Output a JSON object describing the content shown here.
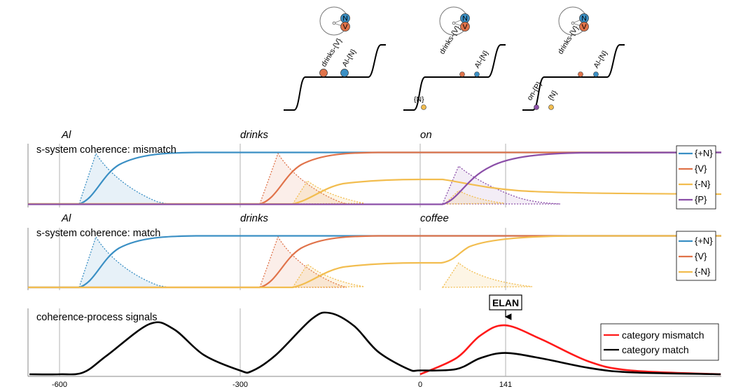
{
  "colors": {
    "plus_n": "#3a8fc4",
    "v": "#e0734a",
    "minus_n": "#f2bd4f",
    "p": "#8b4fa8",
    "mismatch": "#ff1a1a",
    "match": "#000000",
    "grid": "#b0b0b0"
  },
  "schematics": [
    {
      "circle_labels": [
        "N",
        "V"
      ],
      "ball_labels": [
        "drinks-{V}",
        "Al-{N}"
      ]
    },
    {
      "circle_labels": [
        "N",
        "V"
      ],
      "ball_labels": [
        "{N}",
        "drinks-{V}",
        "Al-{N}"
      ]
    },
    {
      "circle_labels": [
        "N",
        "V"
      ],
      "ball_labels": [
        "on-{P}",
        "{N}",
        "drinks-{V}",
        "Al-{N}"
      ]
    }
  ],
  "panels": {
    "mismatch": {
      "title": "s-system coherence: mismatch",
      "words": [
        "Al",
        "drinks",
        "on"
      ],
      "legend": [
        "{+N}",
        "{V}",
        "{-N}",
        "{P}"
      ]
    },
    "match": {
      "title": "s-system coherence: match",
      "words": [
        "Al",
        "drinks",
        "coffee"
      ],
      "legend": [
        "{+N}",
        "{V}",
        "{-N}"
      ]
    },
    "signals": {
      "title": "coherence-process signals",
      "annotation": "ELAN",
      "legend": [
        "category mismatch",
        "category match"
      ]
    }
  },
  "axis": {
    "ticks": [
      "-600",
      "-300",
      "0",
      "141"
    ]
  },
  "chart_data": {
    "type": "line",
    "xlabel": "",
    "ylabel": "",
    "xlim": [
      -650,
      500
    ],
    "x_ticks": [
      -600,
      -300,
      0,
      141
    ],
    "word_onsets": [
      -600,
      -300,
      0
    ],
    "annotation": {
      "text": "ELAN",
      "x": 141
    },
    "series": [
      {
        "name": "category mismatch",
        "x": [
          0,
          60,
          100,
          141,
          200,
          280,
          350,
          500
        ],
        "y": [
          0.0,
          0.25,
          0.6,
          0.76,
          0.55,
          0.2,
          0.06,
          0.0
        ]
      },
      {
        "name": "category match",
        "x": [
          -650,
          -600,
          -560,
          -520,
          -450,
          -410,
          -360,
          -300,
          -280,
          -240,
          -180,
          -150,
          -110,
          -70,
          -20,
          0,
          60,
          100,
          141,
          200,
          280,
          350,
          500
        ],
        "y": [
          0.0,
          0.0,
          0.03,
          0.3,
          0.78,
          0.7,
          0.3,
          0.06,
          0.05,
          0.3,
          0.86,
          0.95,
          0.75,
          0.35,
          0.08,
          0.06,
          0.08,
          0.25,
          0.33,
          0.25,
          0.1,
          0.03,
          0.0
        ]
      }
    ]
  }
}
